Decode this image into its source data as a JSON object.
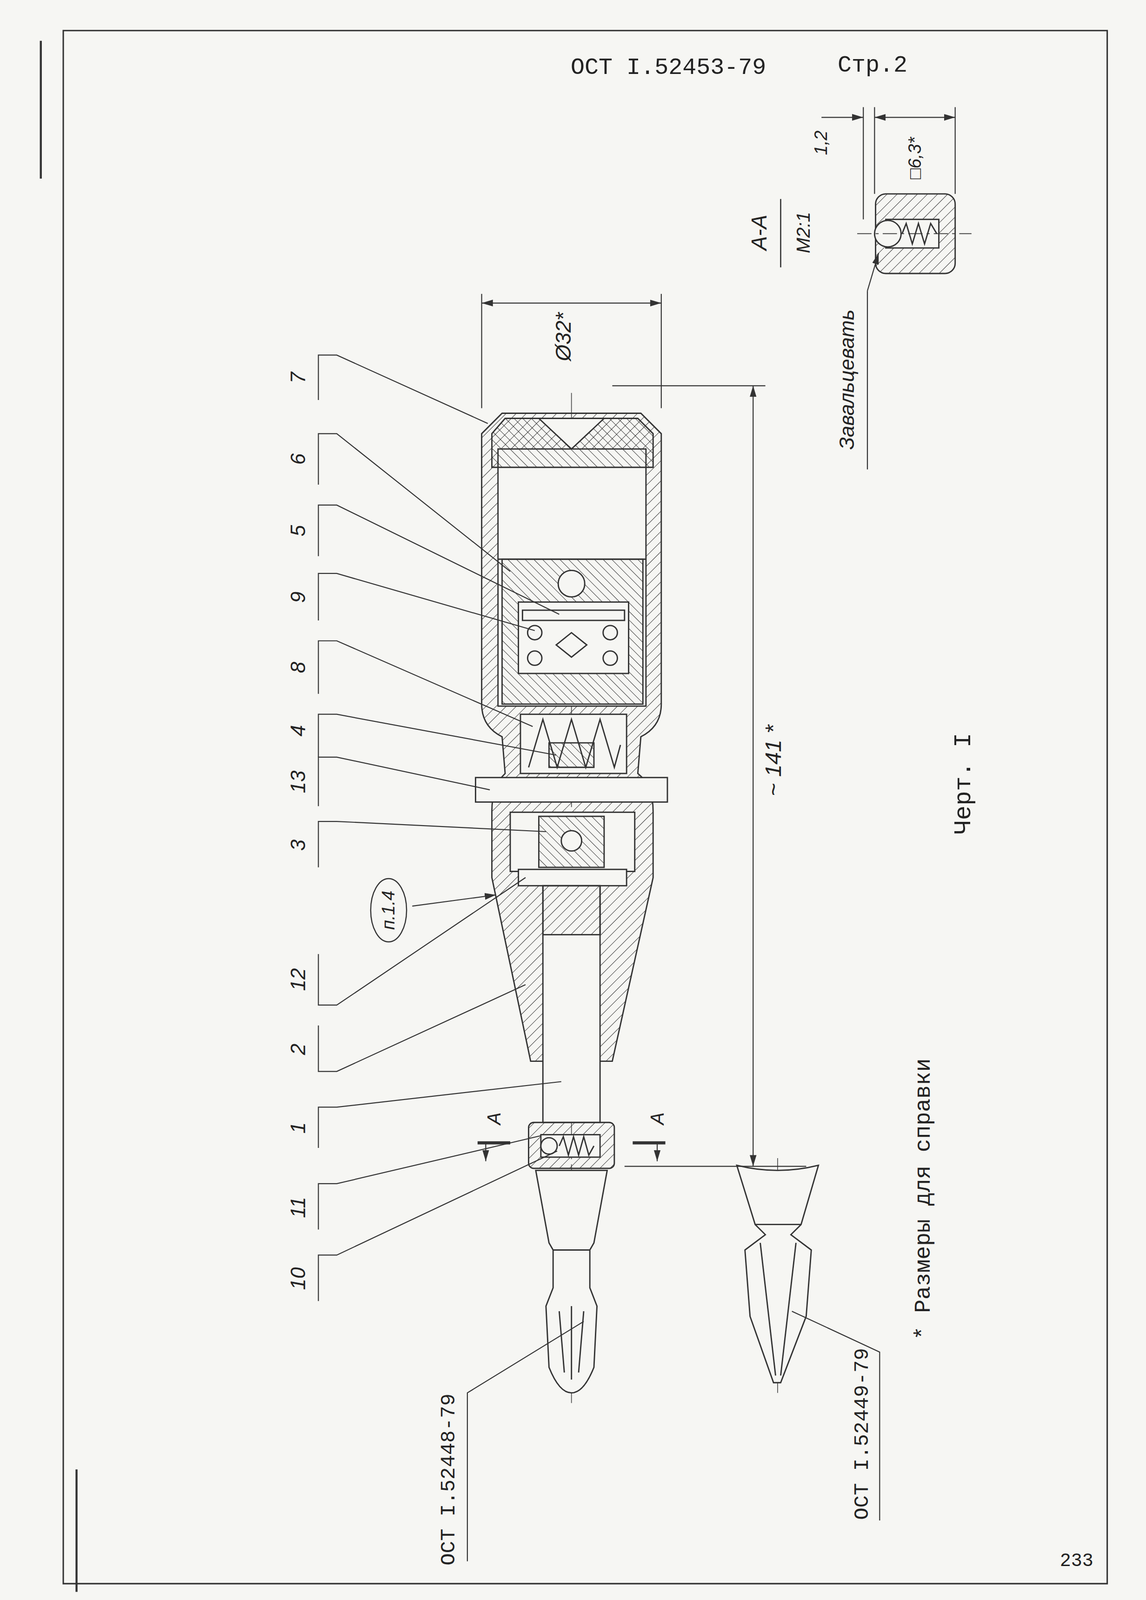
{
  "diagram": {
    "caption": "Черт. I",
    "nodes": [
      {
        "text": [
          "п.1.4"
        ]
      }
    ],
    "labels": [
      "ОСТ I.52453-79",
      "Стр.2",
      "А-А",
      "М2:1",
      "1,2",
      "□6,3*",
      "Завальцевать",
      "Ø32*",
      "7",
      "6",
      "5",
      "9",
      "8",
      "4",
      "13",
      "3",
      "12",
      "2",
      "1",
      "11",
      "10",
      "А",
      "А",
      "~ 141 *",
      "ОСТ I.52448-79",
      "ОСТ I.52449-79",
      "* Размеры для справки",
      "233"
    ]
  }
}
